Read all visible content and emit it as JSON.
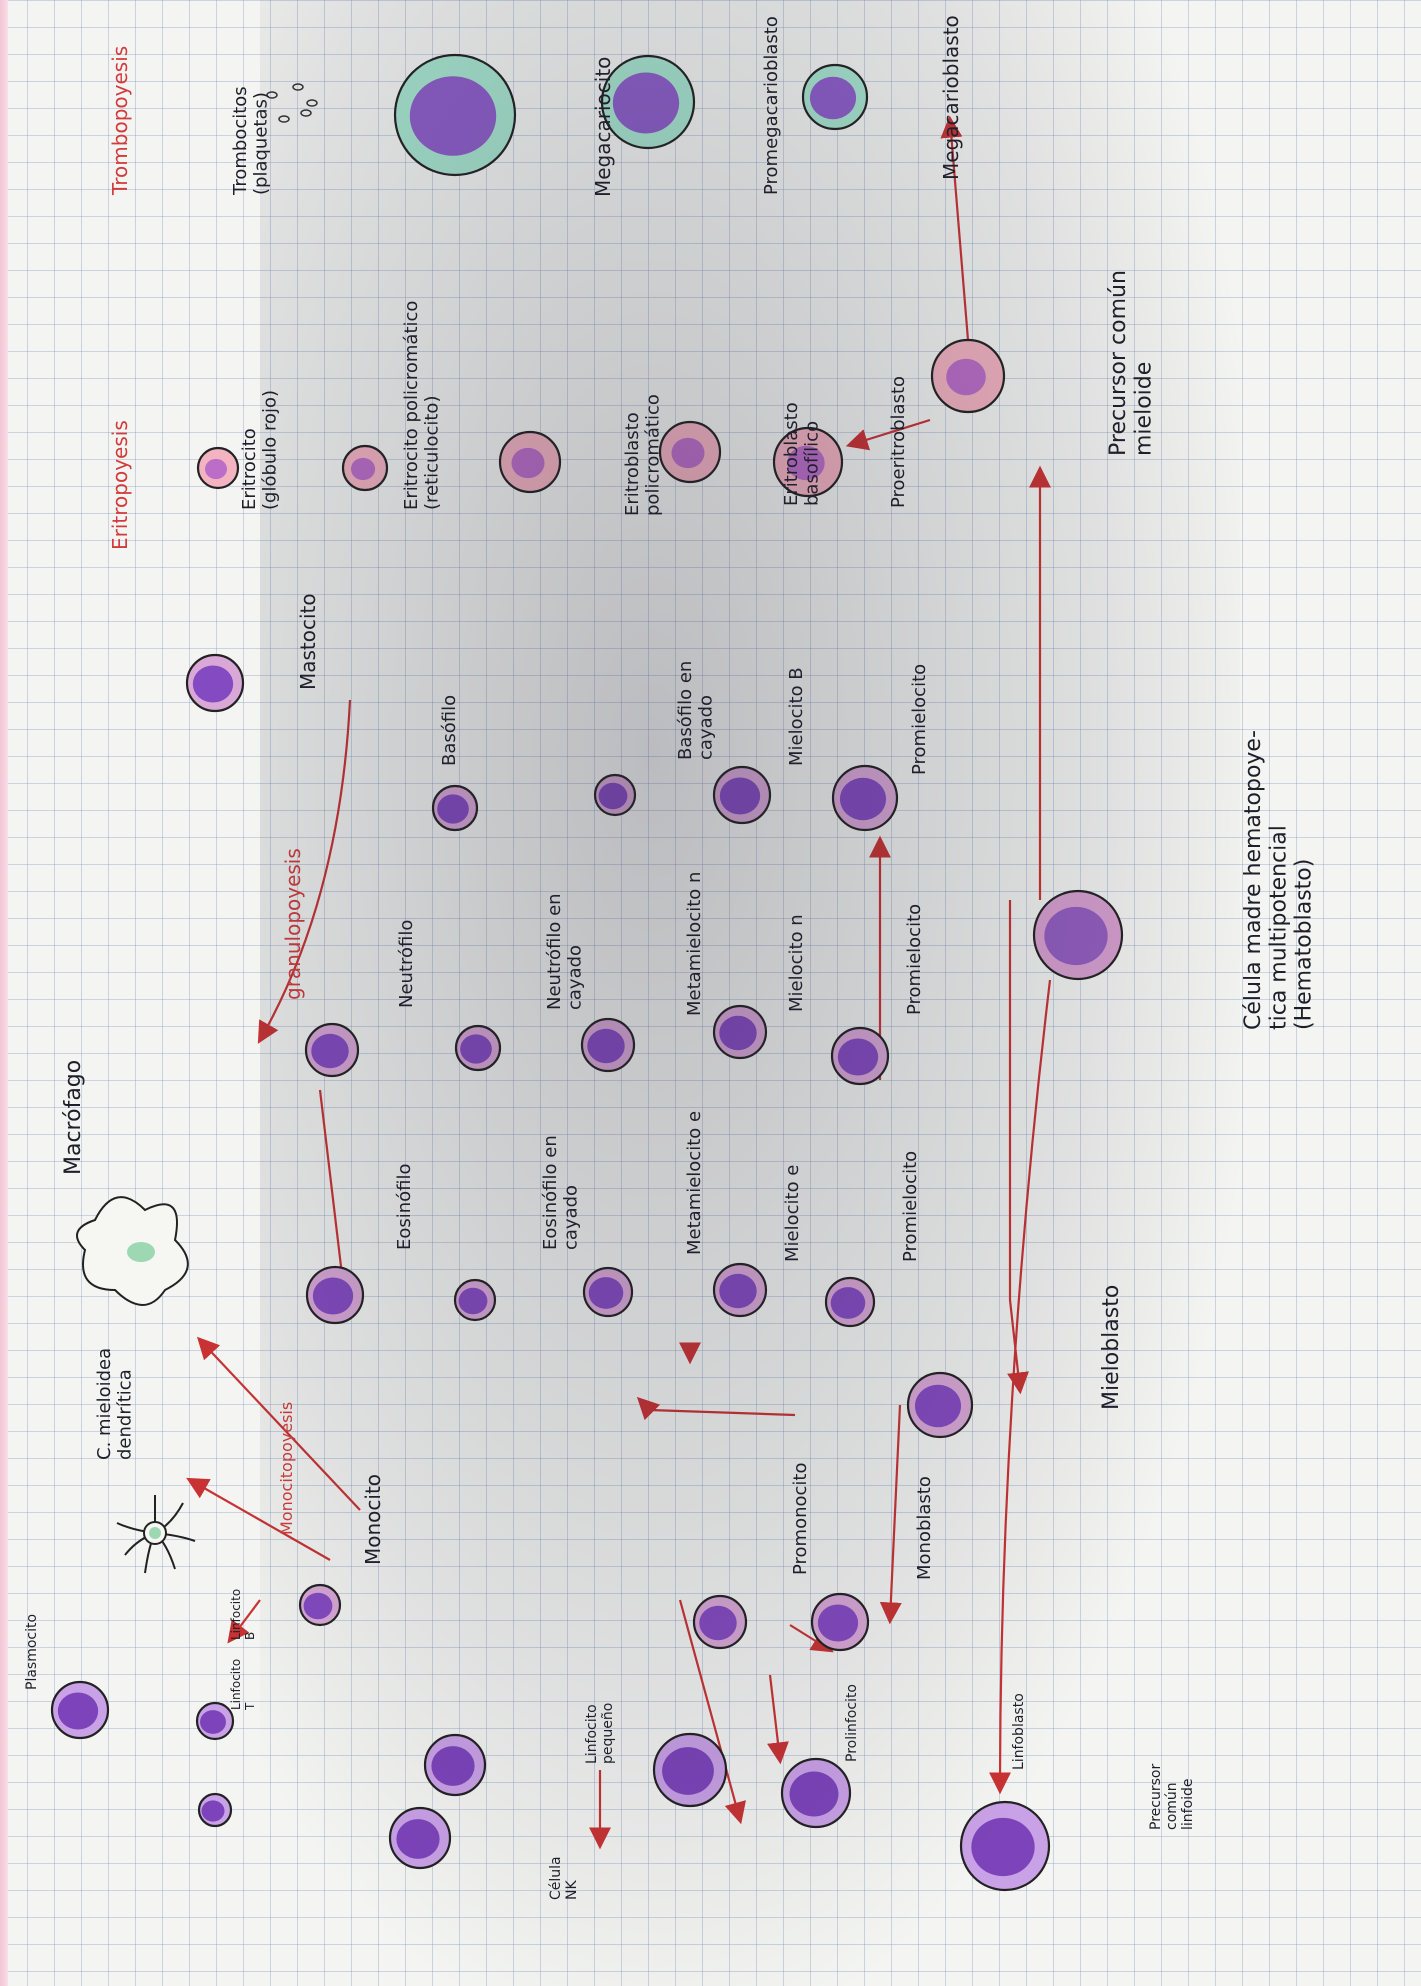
{
  "cells": [
    {
      "id": "hsc",
      "label": "Célula madre hematopoye-\ntica multipotencial\n(Hematoblasto)",
      "kind": "stem"
    },
    {
      "id": "cmp",
      "label": "Precursor común\nmieloide",
      "kind": "erythro"
    },
    {
      "id": "clp",
      "label": "Precursor\ncomún\nlinfoide",
      "kind": "lymph"
    },
    {
      "id": "megacarioblasto",
      "label": "Megacarioblasto",
      "kind": "mega"
    },
    {
      "id": "promegacarioblasto",
      "label": "Promegacarioblasto",
      "kind": "mega"
    },
    {
      "id": "megacariocito",
      "label": "Megacariocito",
      "kind": "mega"
    },
    {
      "id": "trombocitos",
      "label": "Trombocitos\n(plaquetas)",
      "kind": "platelet"
    },
    {
      "id": "proeritroblasto",
      "label": "Proeritroblasto",
      "kind": "erythro"
    },
    {
      "id": "eritroblasto-basofilico",
      "label": "Eritroblasto\nbasofílico",
      "kind": "erythro"
    },
    {
      "id": "eritroblasto-policromatico",
      "label": "Eritroblasto\npolicromático",
      "kind": "erythro"
    },
    {
      "id": "eritrocito-policromatico",
      "label": "Eritrocito policromático\n(reticulocito)",
      "kind": "erythro"
    },
    {
      "id": "eritrocito",
      "label": "Eritrocito\n(glóbulo rojo)",
      "kind": "erythro"
    },
    {
      "id": "mieloblasto",
      "label": "Mieloblasto",
      "kind": "myelo"
    },
    {
      "id": "promielocito-b",
      "label": "Promielocito",
      "kind": "myelo"
    },
    {
      "id": "promielocito-n",
      "label": "Promielocito",
      "kind": "myelo"
    },
    {
      "id": "promielocito-e",
      "label": "Promielocito",
      "kind": "myelo"
    },
    {
      "id": "mielocito-b",
      "label": "Mielocito B",
      "kind": "myelo"
    },
    {
      "id": "mielocito-n",
      "label": "Mielocito n",
      "kind": "myelo"
    },
    {
      "id": "mielocito-e",
      "label": "Mielocito e",
      "kind": "myelo"
    },
    {
      "id": "basofilo-cayado",
      "label": "Basófilo en\ncayado",
      "kind": "myelo"
    },
    {
      "id": "metamielocito-n",
      "label": "Metamielocito n",
      "kind": "myelo"
    },
    {
      "id": "metamielocito-e",
      "label": "Metamielocito e",
      "kind": "myelo"
    },
    {
      "id": "neutrofilo-cayado",
      "label": "Neutrófilo en\ncayado",
      "kind": "myelo"
    },
    {
      "id": "eosinofilo-cayado",
      "label": "Eosinófilo en\ncayado",
      "kind": "myelo"
    },
    {
      "id": "basofilo",
      "label": "Basófilo",
      "kind": "myelo"
    },
    {
      "id": "neutrofilo",
      "label": "Neutrófilo",
      "kind": "myelo"
    },
    {
      "id": "eosinofilo",
      "label": "Eosinófilo",
      "kind": "myelo"
    },
    {
      "id": "mastocito",
      "label": "Mastocito",
      "kind": "myelo"
    },
    {
      "id": "monoblasto",
      "label": "Monoblasto",
      "kind": "myelo"
    },
    {
      "id": "promonocito",
      "label": "Promonocito",
      "kind": "myelo"
    },
    {
      "id": "monocito",
      "label": "Monocito",
      "kind": "myelo"
    },
    {
      "id": "macrofago",
      "label": "Macrófago",
      "kind": "macro"
    },
    {
      "id": "dendritica",
      "label": "C. mieloidea\ndendrítica",
      "kind": "dendritic"
    },
    {
      "id": "linfoblasto",
      "label": "Linfoblasto",
      "kind": "lymph"
    },
    {
      "id": "prolinfocito",
      "label": "Prolinfocito",
      "kind": "lymph"
    },
    {
      "id": "linfocito-pequeno",
      "label": "Linfocito\npequeño",
      "kind": "lymph"
    },
    {
      "id": "celula-nk",
      "label": "Célula\nNK",
      "kind": "lymph"
    },
    {
      "id": "linfocito-b",
      "label": "Linfocito\nB",
      "kind": "lymph"
    },
    {
      "id": "linfocito-t",
      "label": "Linfocito\nT",
      "kind": "lymph"
    },
    {
      "id": "plasmocito",
      "label": "Plasmocito",
      "kind": "lymph"
    }
  ],
  "process_labels": {
    "trombopoyesis": "Trombopoyesis",
    "eritropoyesis": "Eritropoyesis",
    "granulopoyesis": "granulopoyesis",
    "monocitopoyesis": "Monocitopoyesis"
  },
  "colors": {
    "ink": "#1f1f2a",
    "arrow": "#c83232",
    "nucleus": "#8a4fc8",
    "mega_cytoplasm": "#a8e6cf",
    "erythro_cytoplasm": "#f3b3c1",
    "myelo_cytoplasm": "#d9a8d6"
  }
}
